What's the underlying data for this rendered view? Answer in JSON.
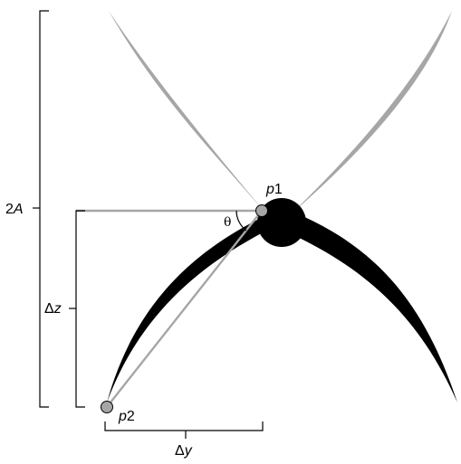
{
  "labels": {
    "height_prefix": "2",
    "height_var": "A",
    "dz_prefix": "Δ",
    "dz_var": "z",
    "dy_prefix": "Δ",
    "dy_var": "y",
    "p1_var": "p",
    "p1_num": "1",
    "p2_var": "p",
    "p2_num": "2",
    "theta": "θ"
  },
  "colors": {
    "upper_wings": "#a6a6a6",
    "lower_wings": "#000000",
    "body": "#000000",
    "points_fill": "#a6a6a6",
    "guide_lines": "#a6a6a6",
    "dimension_lines": "#000000"
  }
}
